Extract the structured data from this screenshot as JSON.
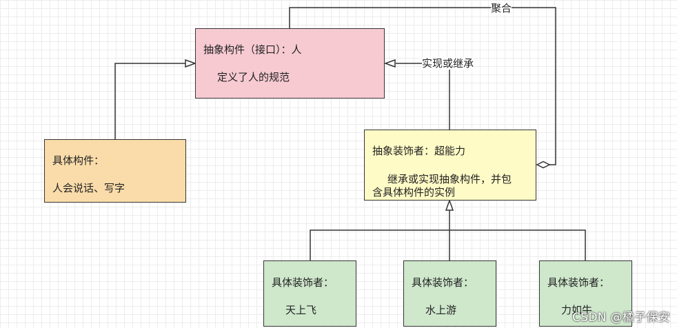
{
  "colors": {
    "component": "#f7cad2",
    "concrete_component": "#fadcaa",
    "decorator": "#fffbc6",
    "concrete_decorator": "#cfe8cc",
    "stroke": "#333333"
  },
  "diagram": {
    "component": {
      "title": "抽象构件（接口）：人",
      "desc": "定义了人的规范"
    },
    "concrete_component": {
      "title": "具体构件：",
      "desc": "人会说话、写字"
    },
    "decorator": {
      "title": "抽象装饰者：超能力",
      "desc_line1": "继承或实现抽象构件，并包",
      "desc_line2": "含具体构件的实例"
    },
    "concrete_decorators": [
      {
        "title": "具体装饰者：",
        "desc": "天上飞"
      },
      {
        "title": "具体装饰者：",
        "desc": "水上游"
      },
      {
        "title": "具体装饰者：",
        "desc": "力如牛"
      }
    ],
    "edge_labels": {
      "aggregation": "聚合",
      "inheritance": "实现或继承"
    }
  },
  "watermark": "CSDN @橘子保安"
}
